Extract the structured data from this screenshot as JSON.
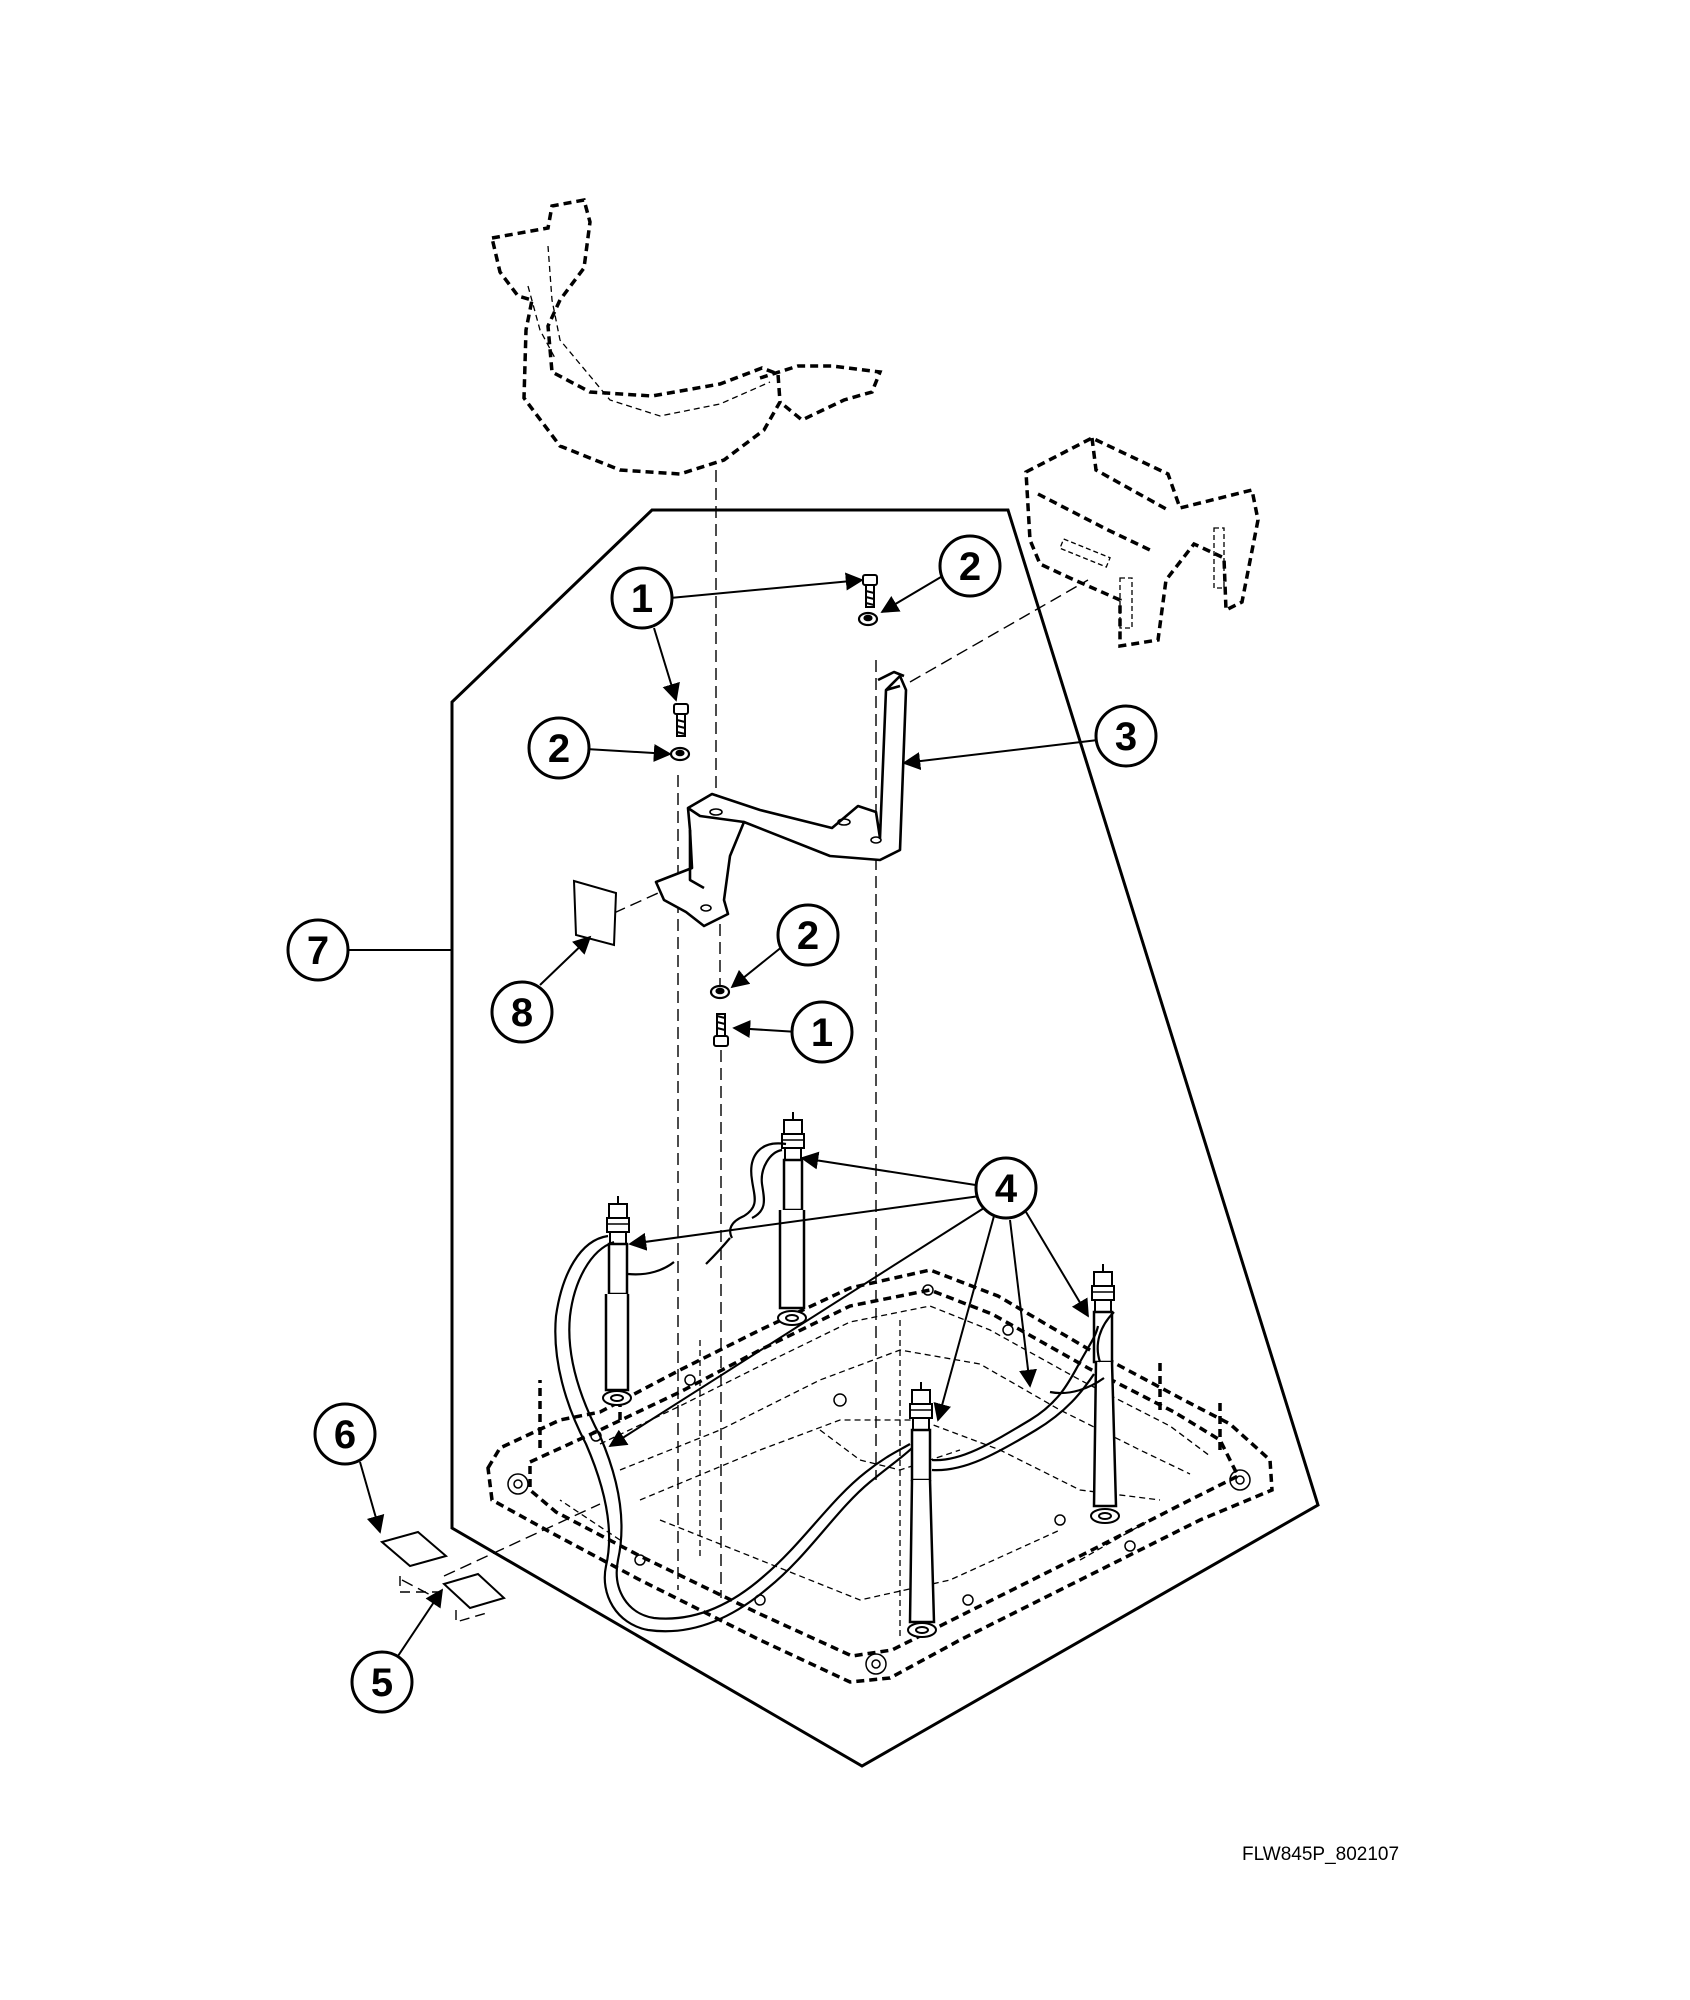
{
  "figure": {
    "drawing_id": "FLW845P_802107",
    "ink_color": "#000000",
    "paper_color": "#ffffff"
  },
  "callouts": [
    {
      "key": "c1a",
      "label": "1",
      "part": "screw"
    },
    {
      "key": "c1b",
      "label": "1",
      "part": "screw"
    },
    {
      "key": "c1c",
      "label": "1",
      "part": "screw"
    },
    {
      "key": "c2a",
      "label": "2",
      "part": "washer"
    },
    {
      "key": "c2b",
      "label": "2",
      "part": "washer"
    },
    {
      "key": "c2c",
      "label": "2",
      "part": "washer"
    },
    {
      "key": "c3",
      "label": "3",
      "part": "bracket"
    },
    {
      "key": "c4",
      "label": "4",
      "part": "suspension-rod"
    },
    {
      "key": "c5",
      "label": "5",
      "part": "pad"
    },
    {
      "key": "c6",
      "label": "6",
      "part": "pad"
    },
    {
      "key": "c7",
      "label": "7",
      "part": "kit"
    },
    {
      "key": "c8",
      "label": "8",
      "part": "label"
    }
  ],
  "icons": [
    "screw-icon",
    "washer-icon",
    "bracket-icon",
    "spring-rod-icon",
    "pad-icon",
    "label-icon"
  ]
}
